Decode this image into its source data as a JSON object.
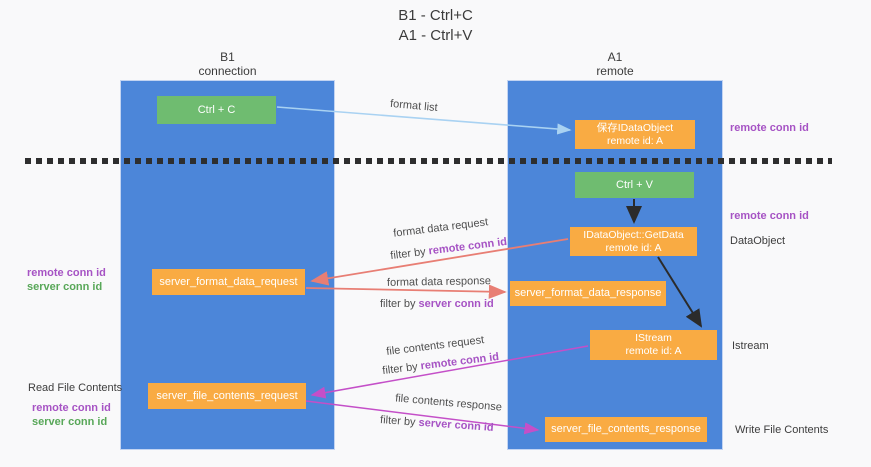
{
  "title": {
    "line1": "B1 - Ctrl+C",
    "line2": "A1 - Ctrl+V"
  },
  "lanes": {
    "left": {
      "name": "B1",
      "subtitle": "connection"
    },
    "right": {
      "name": "A1",
      "subtitle": "remote"
    }
  },
  "nodes": {
    "ctrl_c": {
      "label": "Ctrl + C"
    },
    "save_dataobject": {
      "line1": "保存IDataObject",
      "line2": "remote id: A"
    },
    "ctrl_v": {
      "label": "Ctrl + V"
    },
    "getdata": {
      "line1": "IDataObject::GetData",
      "line2": "remote id: A"
    },
    "format_request": {
      "label": "server_format_data_request"
    },
    "format_response": {
      "label": "server_format_data_response"
    },
    "istream": {
      "line1": "IStream",
      "line2": "remote id: A"
    },
    "file_request": {
      "label": "server_file_contents_request"
    },
    "file_response": {
      "label": "server_file_contents_response"
    }
  },
  "edges": {
    "format_list": "format list",
    "format_data_request": "format data request",
    "format_data_response": "format data response",
    "file_contents_request": "file contents request",
    "file_contents_response": "file contents response",
    "filter_by": "filter by",
    "remote_conn_id": "remote conn id",
    "server_conn_id": "server conn id"
  },
  "side": {
    "remote_conn_id": "remote conn id",
    "server_conn_id": "server conn id",
    "dataobject": "DataObject",
    "istream": "Istream",
    "read_file_contents": "Read File Contents",
    "write_file_contents": "Write File Contents"
  },
  "colors": {
    "lane_blue": "#4c86d9",
    "node_green": "#6fbc70",
    "node_orange": "#f9ab43",
    "arrow_light_blue": "#a9d2f2",
    "arrow_salmon": "#e87e74",
    "arrow_magenta": "#c44fc8",
    "arrow_black": "#2b2b2b",
    "purple_text": "#a653c4",
    "green_text": "#58a758"
  }
}
